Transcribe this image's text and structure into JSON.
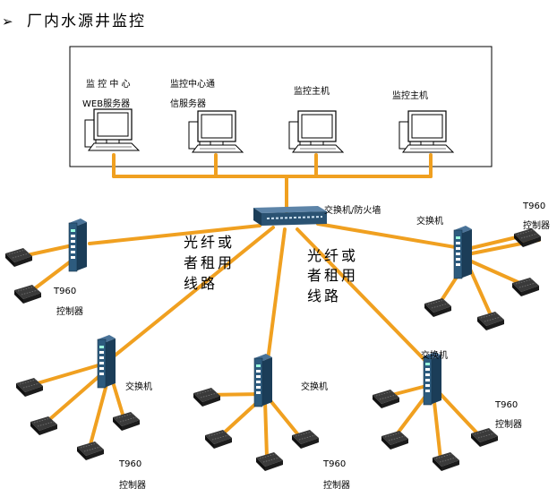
{
  "title": "厂内水源井监控",
  "title_bullet": "➢",
  "center": {
    "pc1_line1": "监 控 中 心",
    "pc1_line2": "WEB服务器",
    "pc2_line1": "监控中心通",
    "pc2_line2": "信服务器",
    "pc3": "监控主机",
    "pc4": "监控主机"
  },
  "core_switch_label": "交换机/防火墙",
  "fiber_label_left": [
    "光纤或",
    "者租用",
    "线路"
  ],
  "fiber_label_right": [
    "光纤或",
    "者租用",
    "线路"
  ],
  "switch_label": "交换机",
  "controller_label": [
    "T960",
    "控制器"
  ],
  "colors": {
    "link": "#f0a020",
    "switch_body": "#2a5272",
    "controller": "#1e1e1e"
  }
}
